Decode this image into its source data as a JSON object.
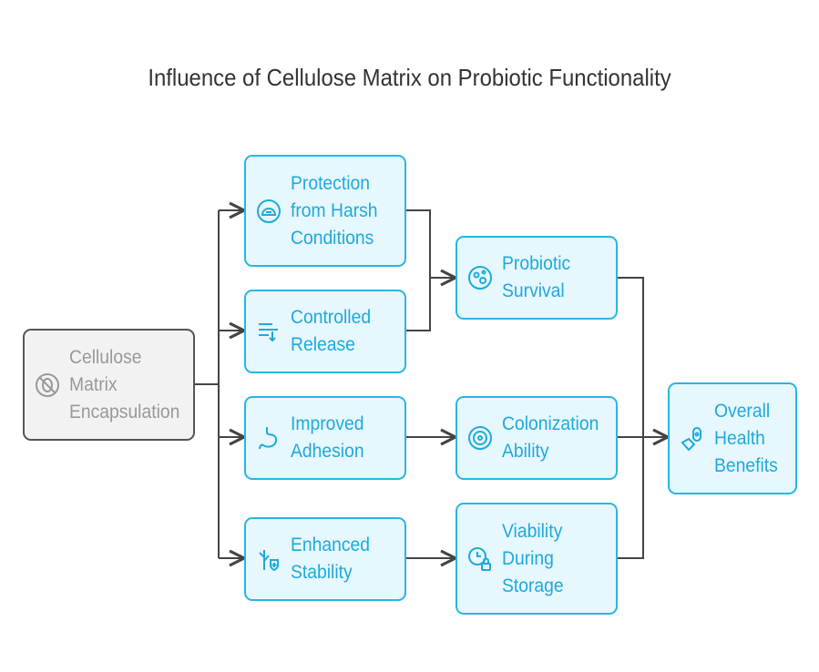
{
  "title": "Influence of Cellulose Matrix on Probiotic Functionality",
  "colors": {
    "accent": "#29b6e3",
    "text": "#1eaadd",
    "source_bg": "#f2f2f2",
    "box_bg": "#e6f7fd",
    "line": "#444444"
  },
  "nodes": {
    "source": {
      "label": "Cellulose\nMatrix\nEncapsulation",
      "icon": "no-bacteria-icon"
    },
    "protection": {
      "label": "Protection\nfrom Harsh\nConditions",
      "icon": "helmet-icon"
    },
    "release": {
      "label": "Controlled\nRelease",
      "icon": "release-flow-icon"
    },
    "adhesion": {
      "label": "Improved\nAdhesion",
      "icon": "stomach-icon"
    },
    "stability": {
      "label": "Enhanced\nStability",
      "icon": "plant-shield-icon"
    },
    "survival": {
      "label": "Probiotic\nSurvival",
      "icon": "petri-dish-icon"
    },
    "colonization": {
      "label": "Colonization\nAbility",
      "icon": "microbe-icon"
    },
    "viability": {
      "label": "Viability\nDuring\nStorage",
      "icon": "clock-lock-icon"
    },
    "health": {
      "label": "Overall\nHealth\nBenefits",
      "icon": "pill-hand-icon"
    }
  }
}
